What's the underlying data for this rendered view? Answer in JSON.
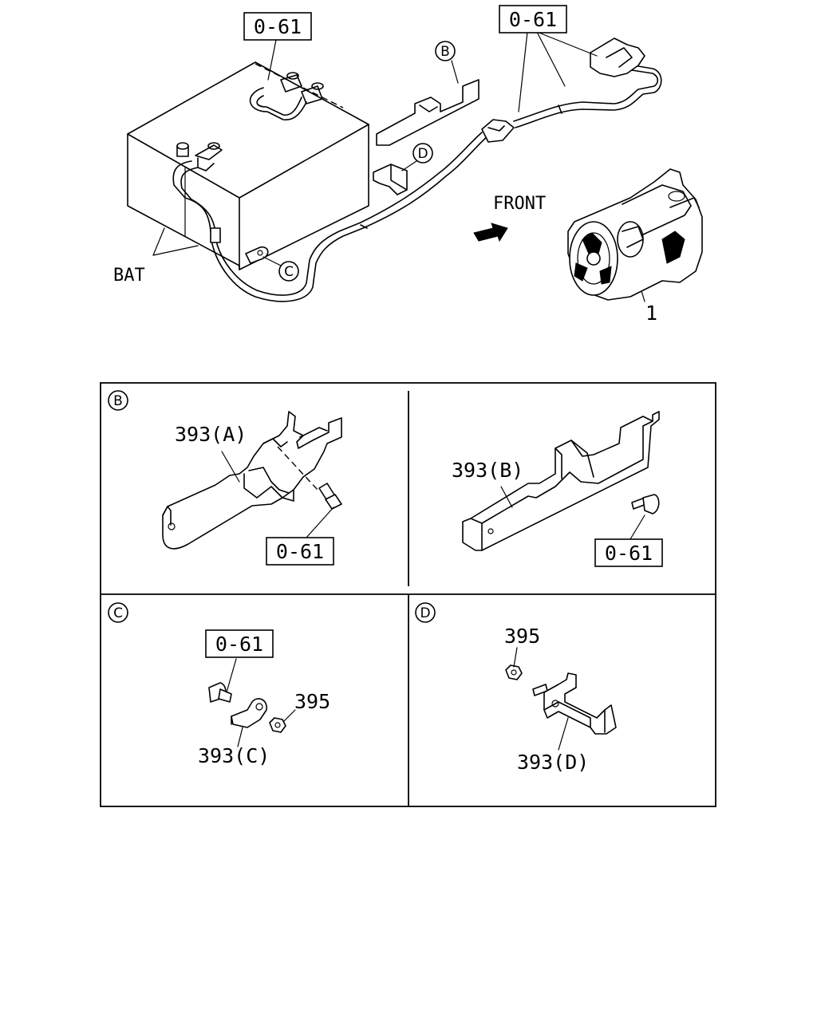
{
  "top": {
    "ref_left": "0-61",
    "ref_right": "0-61",
    "front_label": "FRONT",
    "bat_label": "BAT",
    "part_1": "1",
    "callout_b": "B",
    "callout_c": "C",
    "callout_d": "D"
  },
  "panels": {
    "b_left": {
      "tag": "B",
      "part": "393(A)",
      "ref": "0-61"
    },
    "b_right": {
      "part": "393(B)",
      "ref": "0-61"
    },
    "c": {
      "tag": "C",
      "ref": "0-61",
      "nut": "395",
      "part": "393(C)"
    },
    "d": {
      "tag": "D",
      "nut": "395",
      "part": "393(D)"
    }
  }
}
